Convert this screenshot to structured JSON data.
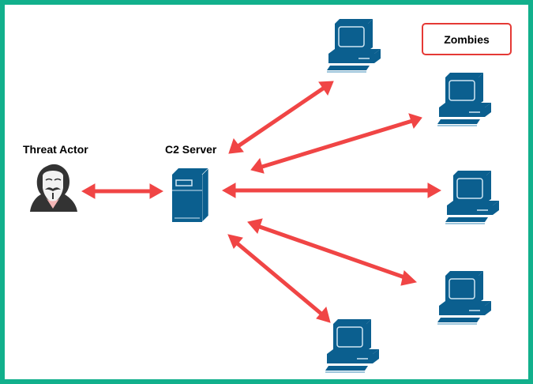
{
  "diagram": {
    "title_nodes": {
      "threat_actor": "Threat Actor",
      "c2_server": "C2 Server",
      "zombies": "Zombies"
    },
    "nodes": [
      {
        "id": "threat-actor",
        "label": "Threat Actor",
        "icon": "hooded-hacker-icon"
      },
      {
        "id": "c2-server",
        "label": "C2 Server",
        "icon": "server-tower-icon"
      },
      {
        "id": "zombie-1",
        "icon": "desktop-computer-icon"
      },
      {
        "id": "zombie-2",
        "icon": "desktop-computer-icon"
      },
      {
        "id": "zombie-3",
        "icon": "desktop-computer-icon"
      },
      {
        "id": "zombie-4",
        "icon": "desktop-computer-icon"
      },
      {
        "id": "zombie-5",
        "icon": "desktop-computer-icon"
      }
    ],
    "edges": [
      {
        "from": "threat-actor",
        "to": "c2-server",
        "direction": "both"
      },
      {
        "from": "c2-server",
        "to": "zombie-1",
        "direction": "both"
      },
      {
        "from": "c2-server",
        "to": "zombie-2",
        "direction": "both"
      },
      {
        "from": "c2-server",
        "to": "zombie-3",
        "direction": "both"
      },
      {
        "from": "c2-server",
        "to": "zombie-4",
        "direction": "both"
      },
      {
        "from": "c2-server",
        "to": "zombie-5",
        "direction": "both"
      }
    ],
    "colors": {
      "border": "#12b08c",
      "arrow": "#f04545",
      "device": "#0b5f8f",
      "zombies_box_border": "#e53935"
    }
  }
}
